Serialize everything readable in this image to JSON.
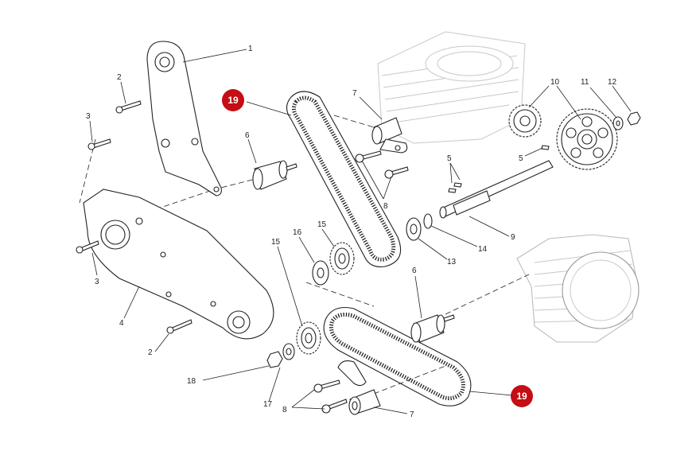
{
  "diagram": {
    "colors": {
      "callout_fill": "#c40d14",
      "callout_text": "#ffffff",
      "line": "#222222",
      "ghost_line": "#c8c8c8"
    },
    "callouts": [
      {
        "id": "callout-top",
        "label": "19"
      },
      {
        "id": "callout-bottom",
        "label": "19"
      }
    ],
    "labels": {
      "l1": "1",
      "l2a": "2",
      "l3a": "3",
      "l6a": "6",
      "l7a": "7",
      "l10": "10",
      "l11": "11",
      "l12": "12",
      "l5a": "5",
      "l5b": "5",
      "l8a": "8",
      "l9": "9",
      "l14": "14",
      "l13": "13",
      "l15a": "15",
      "l16": "16",
      "l15b": "15",
      "l3b": "3",
      "l4": "4",
      "l6b": "6",
      "l2b": "2",
      "l18": "18",
      "l17": "17",
      "l8b": "8",
      "l7b": "7"
    }
  }
}
